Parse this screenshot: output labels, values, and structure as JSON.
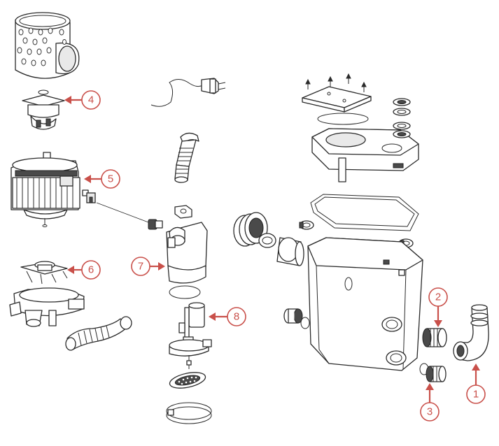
{
  "callouts": [
    {
      "id": "1",
      "label": "1"
    },
    {
      "id": "2",
      "label": "2"
    },
    {
      "id": "3",
      "label": "3"
    },
    {
      "id": "4",
      "label": "4"
    },
    {
      "id": "5",
      "label": "5"
    },
    {
      "id": "6",
      "label": "6"
    },
    {
      "id": "7",
      "label": "7"
    },
    {
      "id": "8",
      "label": "8"
    }
  ],
  "colors": {
    "callout": "#c9504a",
    "line_art": "#2a2a2a",
    "background": "#ffffff"
  }
}
